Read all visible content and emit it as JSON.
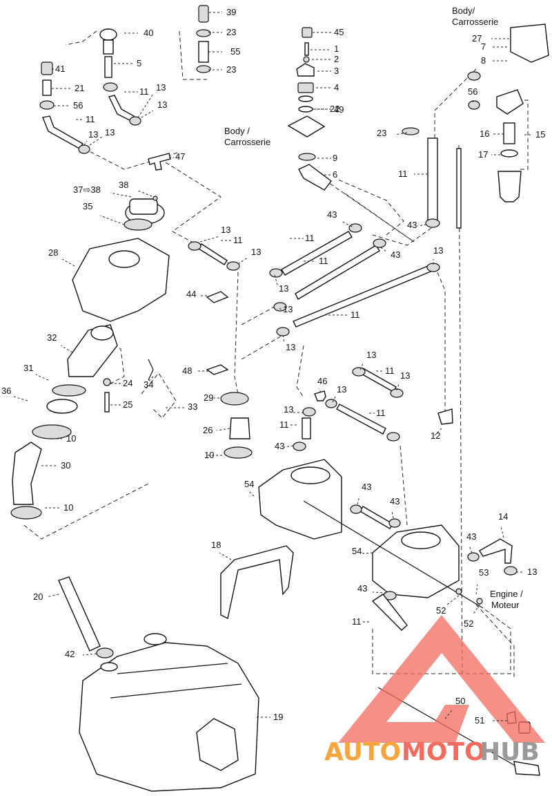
{
  "labels": [
    "1",
    "2",
    "3",
    "4",
    "5",
    "6",
    "7",
    "8",
    "9",
    "10",
    "10",
    "10",
    "11",
    "11",
    "11",
    "11",
    "11",
    "11",
    "11",
    "11",
    "11",
    "11",
    "11",
    "12",
    "13",
    "13",
    "13",
    "13",
    "13",
    "13",
    "13",
    "13",
    "13",
    "13",
    "13",
    "13",
    "13",
    "13",
    "13",
    "14",
    "15",
    "16",
    "17",
    "18",
    "19",
    "20",
    "21",
    "22",
    "23",
    "23",
    "23",
    "24",
    "25",
    "26",
    "27",
    "28",
    "29",
    "30",
    "31",
    "32",
    "33",
    "34",
    "35",
    "36",
    "37⇨38",
    "38",
    "39",
    "40",
    "41",
    "42",
    "43",
    "43",
    "43",
    "43",
    "43",
    "43",
    "43",
    "43",
    "44",
    "45",
    "46",
    "47",
    "48",
    "49",
    "50",
    "51",
    "52",
    "52",
    "53",
    "54",
    "54",
    "55",
    "56",
    "56"
  ],
  "text_body_left_1": "Body /",
  "text_body_left_2": "Carrosserie",
  "text_body_top_1": "Body/",
  "text_body_top_2": "Carrosserie",
  "text_engine_1": "Engine /",
  "text_engine_2": "Moteur",
  "watermark": {
    "auto": "AUTO",
    "moto": "MOTO",
    "hub": "HUB"
  },
  "colors": {
    "watermark_red": "#f26b5f",
    "watermark_orange": "#f7a53c",
    "watermark_grey": "#9a9a9a"
  }
}
